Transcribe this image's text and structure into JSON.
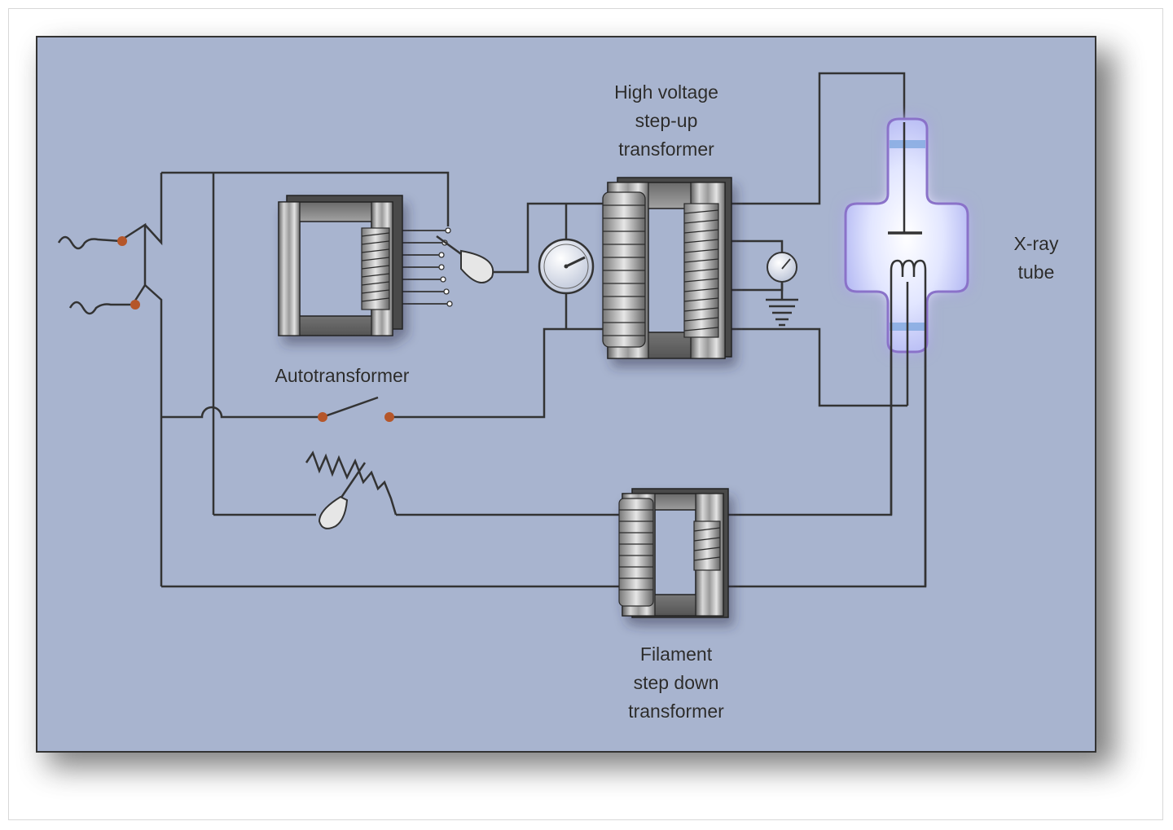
{
  "labels": {
    "hv_transformer": [
      "High voltage",
      "step-up",
      "transformer"
    ],
    "autotransformer": "Autotransformer",
    "xray_tube": [
      "X-ray",
      "tube"
    ],
    "filament_transformer": [
      "Filament",
      "step down",
      "transformer"
    ]
  },
  "colors": {
    "panel_background": "#a8b4cf",
    "wire": "#333333",
    "terminal": "#b5562a",
    "tube_glow": "#e9ecff"
  }
}
